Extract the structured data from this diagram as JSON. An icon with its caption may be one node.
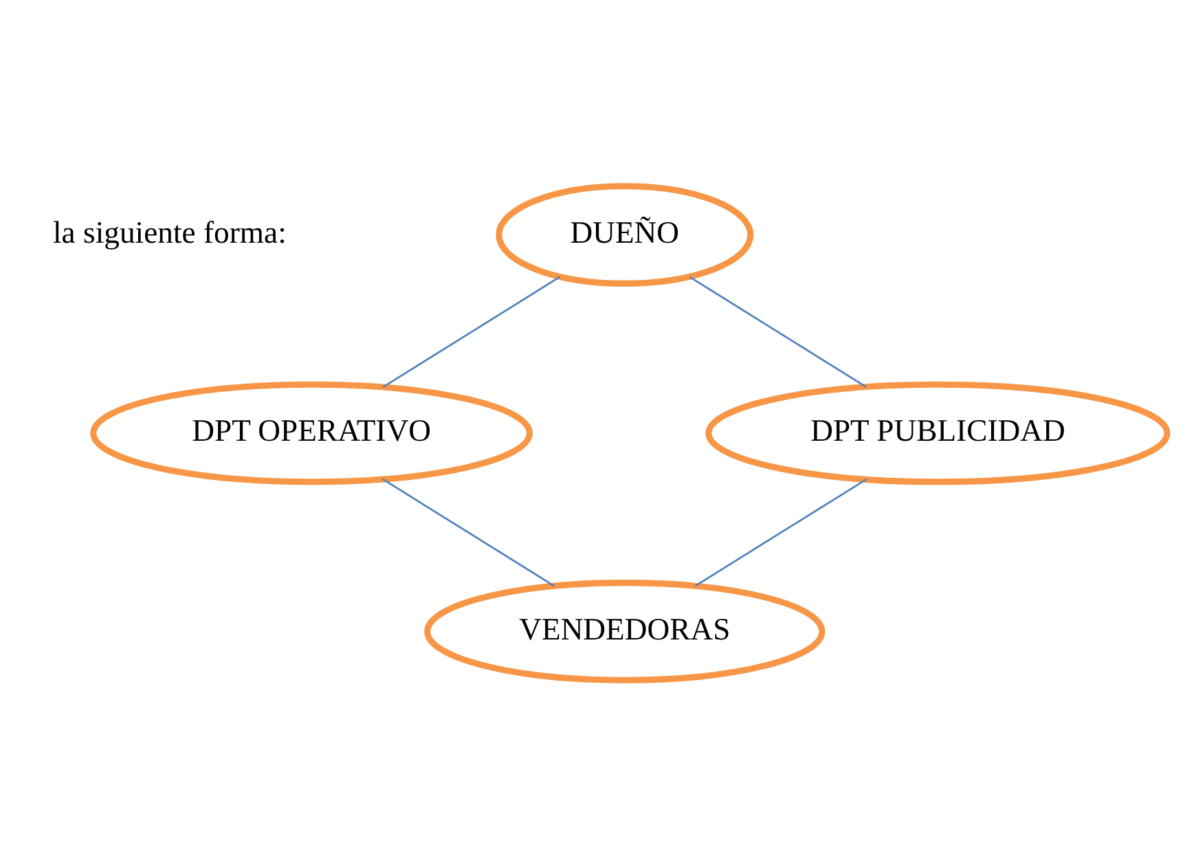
{
  "diagram": {
    "nodes": [
      {
        "text": [
          "DUEÑO"
        ]
      },
      {
        "text": [
          "DPT OPERATIVO"
        ]
      },
      {
        "text": [
          "DPT PUBLICIDAD"
        ]
      },
      {
        "text": [
          "VENDEDORAS"
        ]
      }
    ],
    "edges": [
      {
        "from": 0,
        "to": 1,
        "arrow": "none"
      },
      {
        "from": 0,
        "to": 2,
        "arrow": "none"
      },
      {
        "from": 1,
        "to": 3,
        "arrow": "none"
      },
      {
        "from": 2,
        "to": 3,
        "arrow": "none"
      }
    ],
    "labels": [
      "la siguiente forma:"
    ]
  }
}
